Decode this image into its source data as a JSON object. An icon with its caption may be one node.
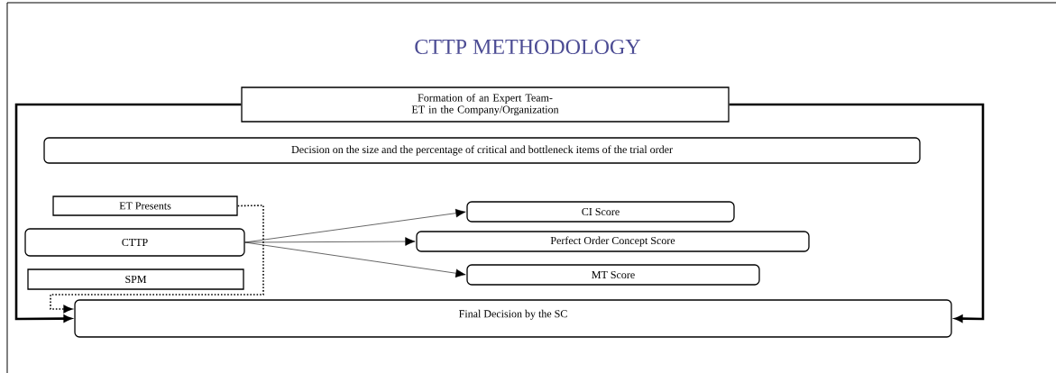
{
  "diagram": {
    "title": "CTTP METHODOLOGY",
    "nodes": [
      {
        "text": [
          "Formation of an Expert Team-ET in the Company/Organization"
        ]
      },
      {
        "text": [
          "Decision on the size and the percentage of critical and bottleneck items of the trial order"
        ]
      },
      {
        "text": [
          "ET Presents"
        ]
      },
      {
        "text": [
          "CTTP"
        ]
      },
      {
        "text": [
          "CI Score"
        ]
      },
      {
        "text": [
          "Perfect Order Concept Score"
        ]
      },
      {
        "text": [
          "MT Score"
        ]
      },
      {
        "text": [
          "SPM"
        ]
      },
      {
        "text": [
          "Final Decision by the SC"
        ]
      }
    ],
    "edges": [
      {
        "from": 0,
        "to": 8,
        "arrow": "to",
        "style": "thick"
      },
      {
        "from": 0,
        "to": 8,
        "arrow": "to",
        "style": "thick"
      },
      {
        "from": 2,
        "to": 8,
        "arrow": "to",
        "style": "dashed"
      },
      {
        "from": 3,
        "to": 4,
        "arrow": "to"
      },
      {
        "from": 3,
        "to": 5,
        "arrow": "to"
      },
      {
        "from": 3,
        "to": 6,
        "arrow": "to"
      }
    ]
  }
}
